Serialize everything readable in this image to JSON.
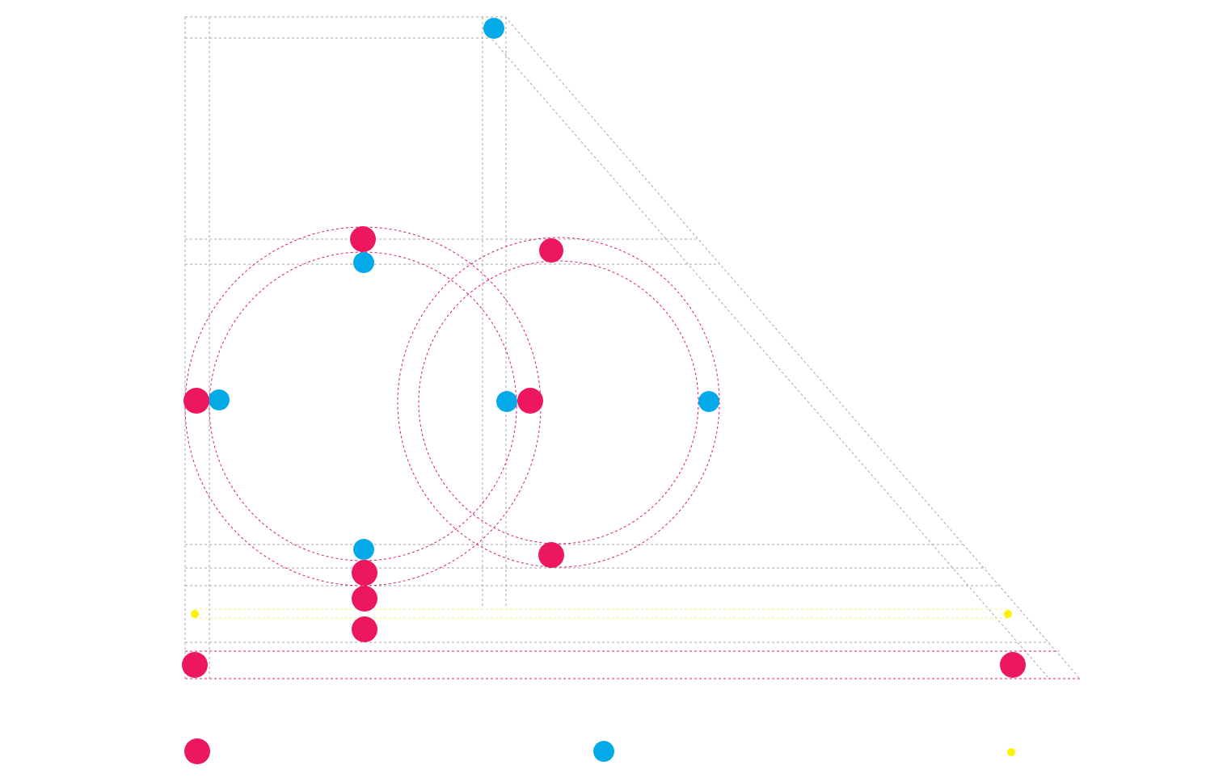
{
  "colors": {
    "background": "#ffffff",
    "guide_gray": "#a6a6a6",
    "guide_pink": "#e0157a",
    "guide_yellow": "#f4ee6a",
    "marker_pink": "#ed175e",
    "marker_blue": "#04a9e8",
    "marker_yellow": "#fff200"
  },
  "legend": {
    "items": [
      {
        "name": "legend-pink-dot",
        "color_key": "marker_pink"
      },
      {
        "name": "legend-blue-dot",
        "color_key": "marker_blue"
      },
      {
        "name": "legend-yellow-dot",
        "color_key": "marker_yellow"
      }
    ]
  }
}
